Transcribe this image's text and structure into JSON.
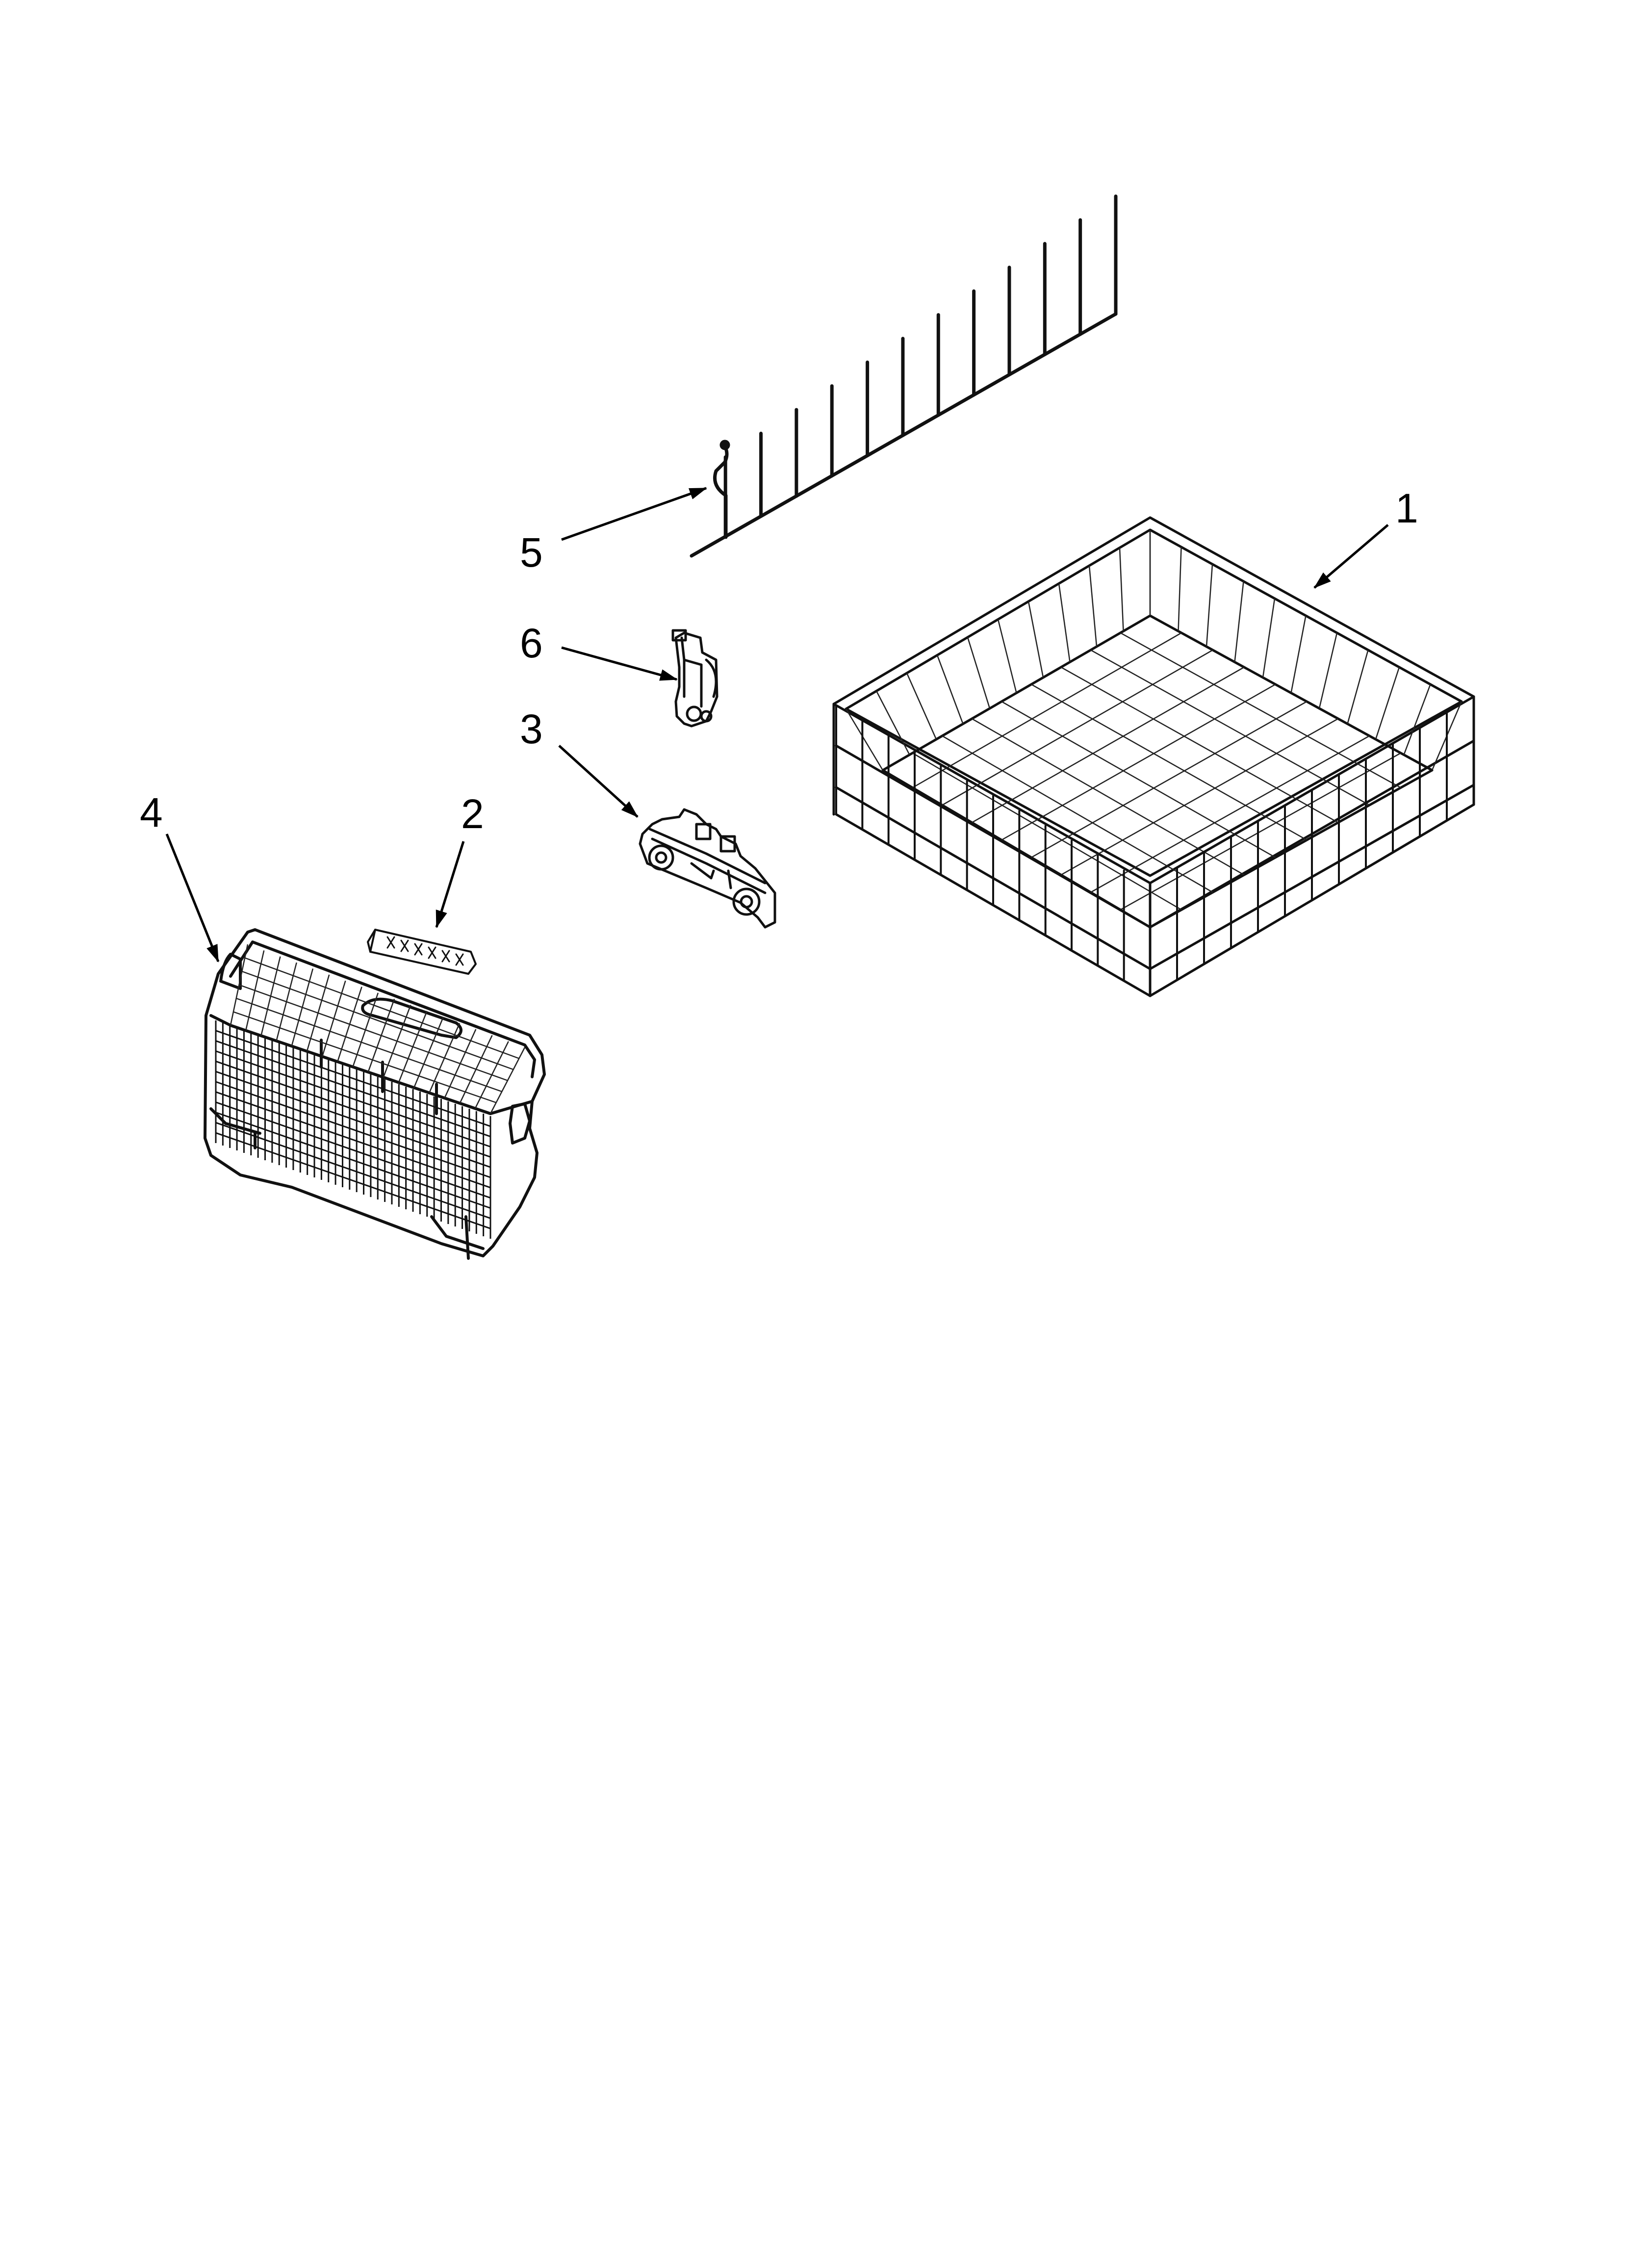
{
  "callouts": [
    {
      "id": "1",
      "label": "1"
    },
    {
      "id": "2",
      "label": "2"
    },
    {
      "id": "3",
      "label": "3"
    },
    {
      "id": "4",
      "label": "4"
    },
    {
      "id": "5",
      "label": "5"
    },
    {
      "id": "6",
      "label": "6"
    }
  ],
  "colors": {
    "line": "#111111",
    "background": "#ffffff"
  }
}
